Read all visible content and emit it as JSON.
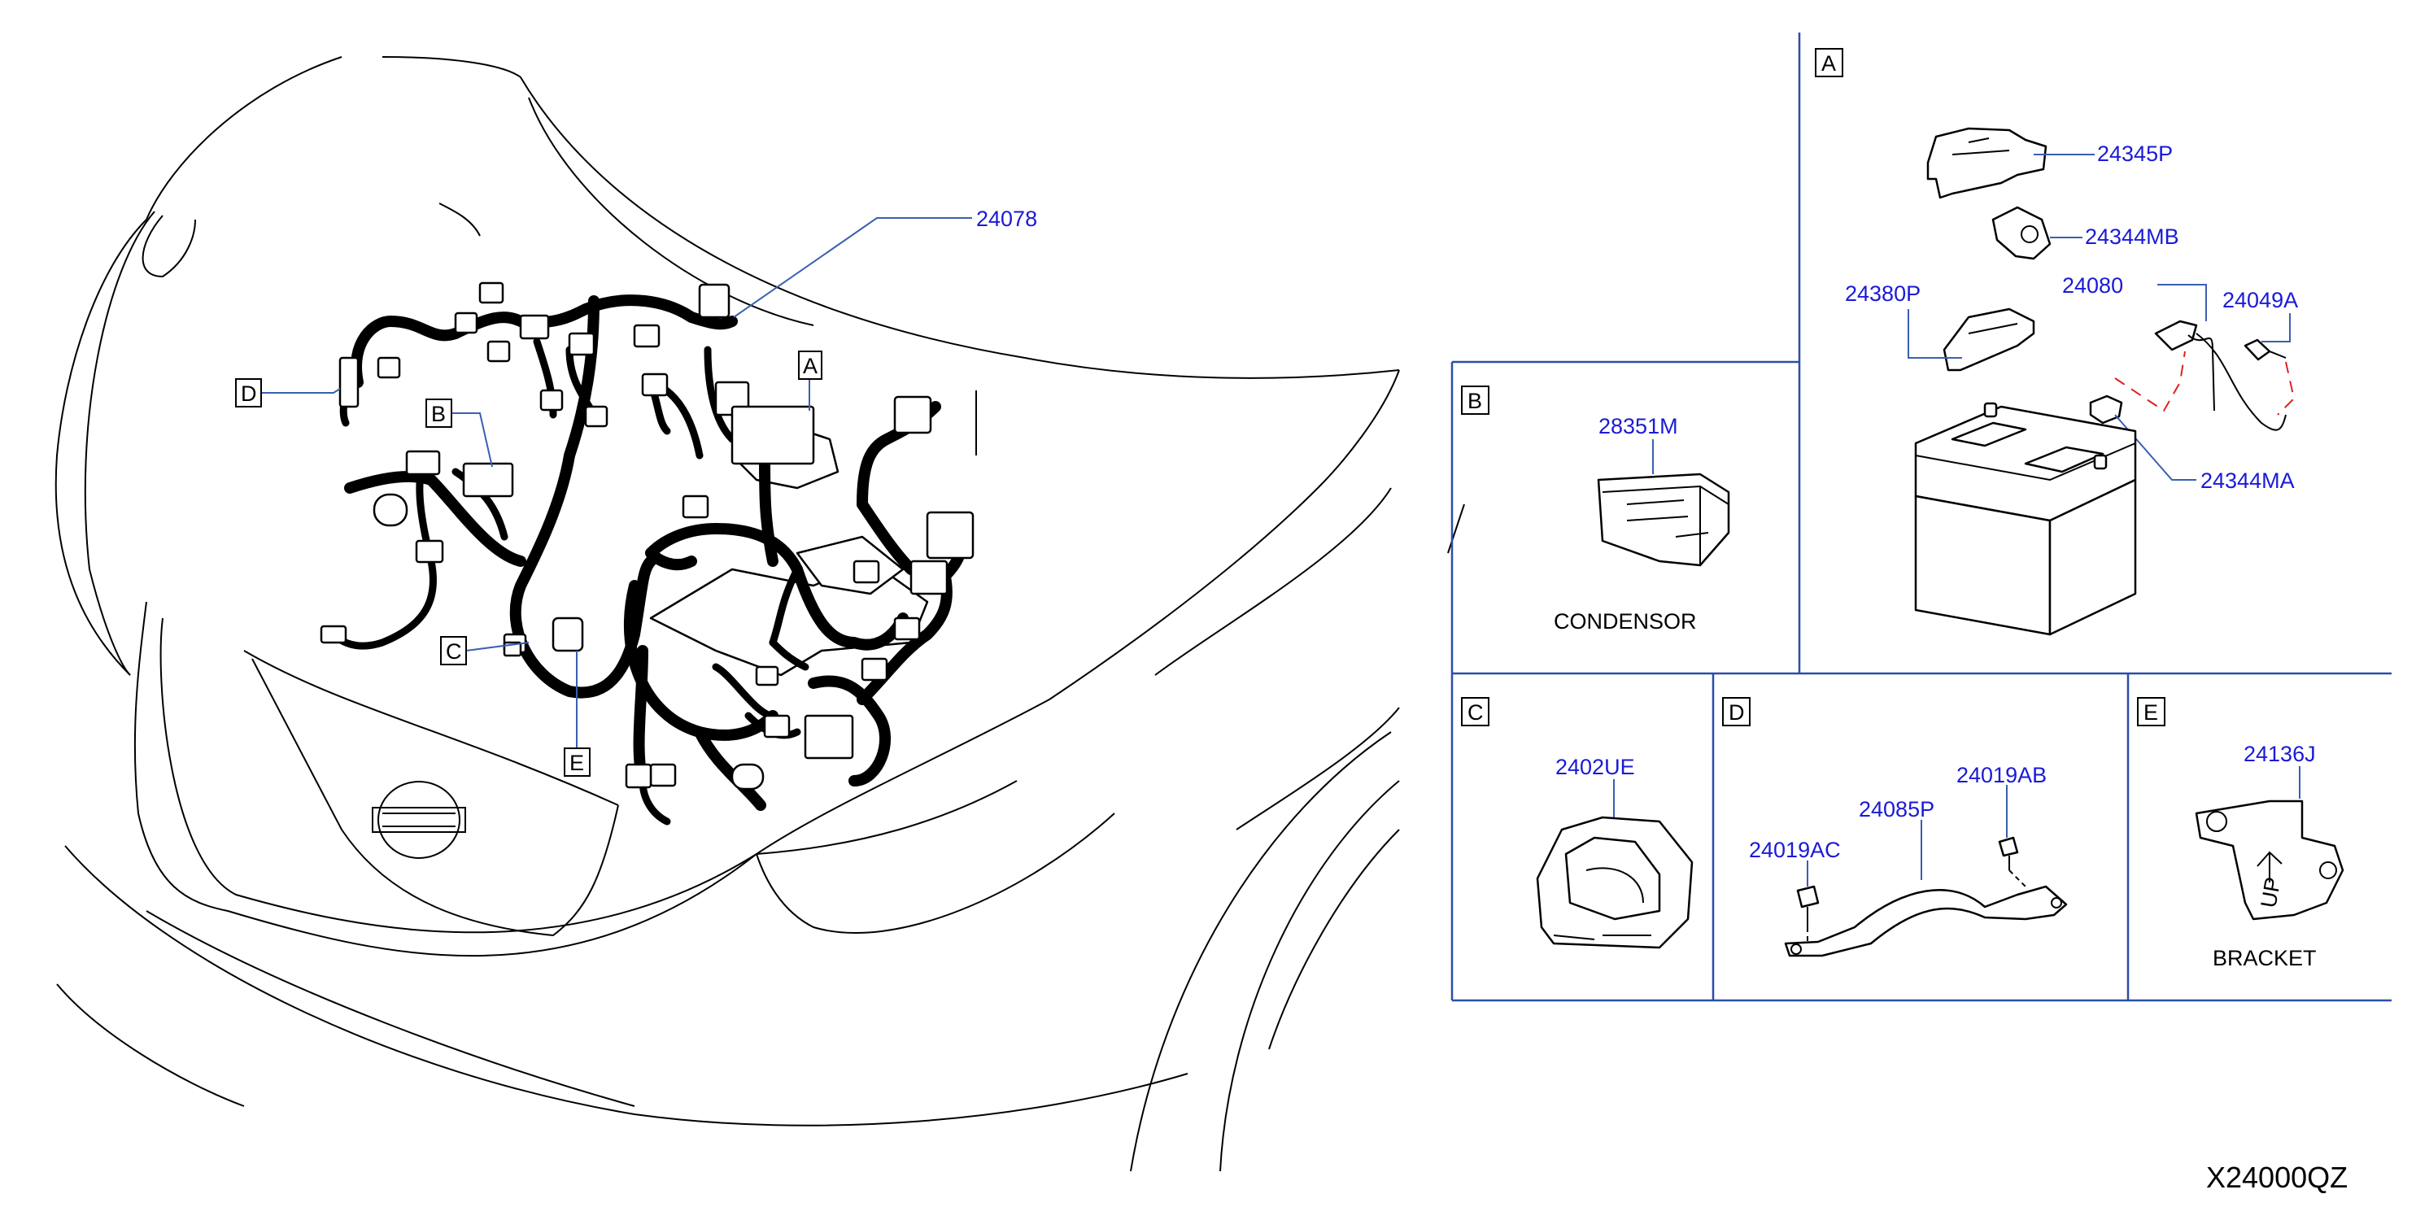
{
  "drawing_number": "X24000QZ",
  "callouts": {
    "main_harness": "24078",
    "A": "A",
    "B": "B",
    "C": "C",
    "D": "D",
    "E": "E"
  },
  "sections": {
    "A": {
      "tag": "A",
      "parts": {
        "p24345P": "24345P",
        "p24344MB": "24344MB",
        "p24380P": "24380P",
        "p24080": "24080",
        "p24049A": "24049A",
        "p24344MA": "24344MA"
      }
    },
    "B": {
      "tag": "B",
      "part": "28351M",
      "name": "CONDENSOR"
    },
    "C": {
      "tag": "C",
      "part": "2402UE"
    },
    "D": {
      "tag": "D",
      "parts": {
        "p24019AB": "24019AB",
        "p24085P": "24085P",
        "p24019AC": "24019AC"
      }
    },
    "E": {
      "tag": "E",
      "part": "24136J",
      "name": "BRACKET"
    }
  },
  "colors": {
    "part_number": "#1a1ad8",
    "frame": "#2a4fa8",
    "leader": "#3a5fb0",
    "line": "#000000"
  }
}
